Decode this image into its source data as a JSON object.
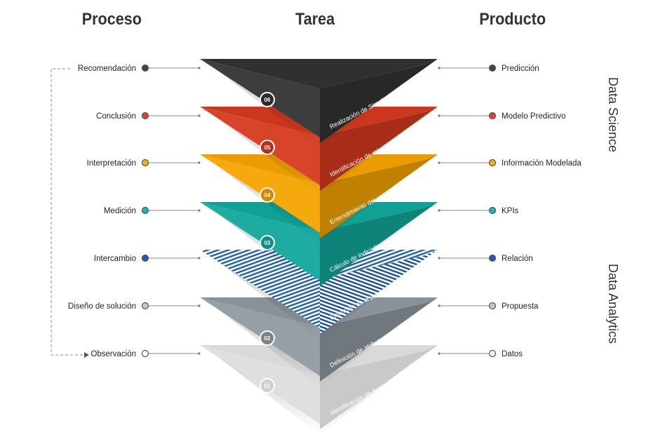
{
  "headers": {
    "process": "Proceso",
    "task": "Tarea",
    "product": "Producto"
  },
  "sections": {
    "upper": "Data Science",
    "lower": "Data Analytics"
  },
  "colors": {
    "layer_06": "#333333",
    "layer_05": "#d63a1f",
    "layer_04": "#f6a400",
    "layer_03": "#12a89c",
    "layer_02": "#8f9aa0",
    "layer_01": "#e4e4e4",
    "hatch_blue": "#1f5fa8",
    "connector": "#888888"
  },
  "layers": [
    {
      "number": "06",
      "task": "Realización de Simulaciones",
      "process": "Recomendación",
      "product": "Predicción",
      "dot": "#444444"
    },
    {
      "number": "05",
      "task": "Identificación de relaciones causales",
      "process": "Conclusión",
      "product": "Modelo Predictivo",
      "dot": "#e0452b"
    },
    {
      "number": "04",
      "task": "Entendimiento del negocio",
      "process": "Interpretación",
      "product": "Información Modelada",
      "dot": "#f4b400"
    },
    {
      "number": "03",
      "task": "Cálculo de indicadores",
      "process": "Medición",
      "product": "KPIs",
      "dot": "#19b5a8"
    },
    {
      "number": "",
      "task": "Ejecución de la propuesta",
      "process": "Intercambio",
      "product": "Relación",
      "dot": "#1f5fa8"
    },
    {
      "number": "02",
      "task": "Definición de atributos",
      "process": "Diseño de solución",
      "product": "Propuesta",
      "dot": "#c3c9cd"
    },
    {
      "number": "01",
      "task": "Identificación de Acciones y hechos",
      "process": "Observación",
      "product": "Datos",
      "dot": "#ffffff"
    }
  ]
}
